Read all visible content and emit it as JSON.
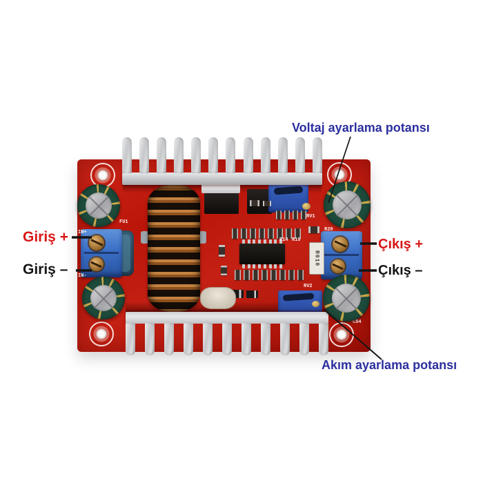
{
  "labels": {
    "voltage_pot": {
      "text": "Voltaj ayarlama potansı",
      "color": "#2b2f9e"
    },
    "input_plus": {
      "text": "Giriş +",
      "color": "#d81616"
    },
    "input_minus": {
      "text": "Giriş –",
      "color": "#151515"
    },
    "output_plus": {
      "text": "Çıkış +",
      "color": "#d81616"
    },
    "output_minus": {
      "text": "Çıkış –",
      "color": "#151515"
    },
    "current_pot": {
      "text": "Akım ayarlama potansı",
      "color": "#2b2f9e"
    }
  },
  "silkscreen": {
    "fuse": "FU1",
    "in_plus": "IN+",
    "in_minus": "IN-",
    "shunt": "R010",
    "rv1": "RV1",
    "rv2": "RV2",
    "r20": "R20",
    "r14": "R14",
    "r19": "R19",
    "c84": "C84"
  },
  "colors": {
    "pcb_red": "#c01b10",
    "heatsink_gray": "#d5d6d8",
    "terminal_blue": "#3a6ec6",
    "trimpot_blue": "#2c55b4",
    "capacitor_green": "#1d4a3a",
    "copper": "#b06a2e",
    "background": "#ffffff"
  }
}
